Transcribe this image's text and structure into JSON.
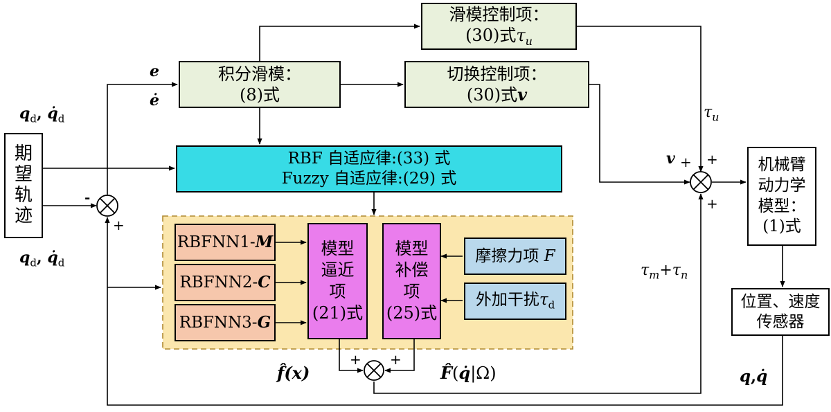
{
  "blocks": {
    "desired": {
      "lines": [
        "期",
        "望",
        "轨",
        "迹"
      ]
    },
    "integral_sliding": {
      "line1": "积分滑模：",
      "line2": "(8)式"
    },
    "sliding_control": {
      "line1": "滑模控制项：",
      "line2": "(30)式",
      "sym": "τ",
      "sub": "u"
    },
    "switch_control": {
      "line1": "切换控制项：",
      "line2": "(30)式",
      "sym": "v"
    },
    "adaptive": {
      "line1": "RBF 自适应律:(33) 式",
      "line2": "Fuzzy 自适应律:(29) 式"
    },
    "rbfnn1": {
      "prefix": "RBFNN1-",
      "var": "M"
    },
    "rbfnn2": {
      "prefix": "RBFNN2-",
      "var": "C"
    },
    "rbfnn3": {
      "prefix": "RBFNN3-",
      "var": "G"
    },
    "model_approx": {
      "lines": [
        "模型",
        "逼近",
        "项",
        "(21)式"
      ]
    },
    "model_comp": {
      "lines": [
        "模型",
        "补偿",
        "项",
        "(25)式"
      ]
    },
    "friction": {
      "text": "摩擦力项",
      "var": "F"
    },
    "disturbance": {
      "text": "外加干扰",
      "sym": "τ",
      "sub": "d"
    },
    "robot_model": {
      "lines": [
        "机械臂",
        "动力学",
        "模型：",
        "(1)式"
      ]
    },
    "sensor": {
      "line1": "位置、速度",
      "line2": "传感器"
    }
  },
  "labels": {
    "e": "e",
    "edot": "ė",
    "qd_top": "q",
    "qd_top_sub": "d",
    "qd_top_dot": "q̇",
    "qd_top_dot_sub": "d",
    "qd_bot": "q",
    "qd_bot_sub": "d",
    "qd_bot_dot": "q̇",
    "qd_bot_dot_sub": "d",
    "tau_u": "τ",
    "tau_u_sub": "u",
    "v_label": "v",
    "tau_mn": "τ",
    "tau_m_sub": "m",
    "plus": "+",
    "tau_n": "τ",
    "tau_n_sub": "n",
    "f_hat": "f̂",
    "f_hat_arg": "(x)",
    "F_hat": "F̂",
    "F_hat_arg_open": "(",
    "F_hat_arg_q": "q̇",
    "F_hat_arg_rest": "|Ω)",
    "q_out": "q",
    "qdot_out": "q̇",
    "comma": ",",
    "minus": "-"
  }
}
